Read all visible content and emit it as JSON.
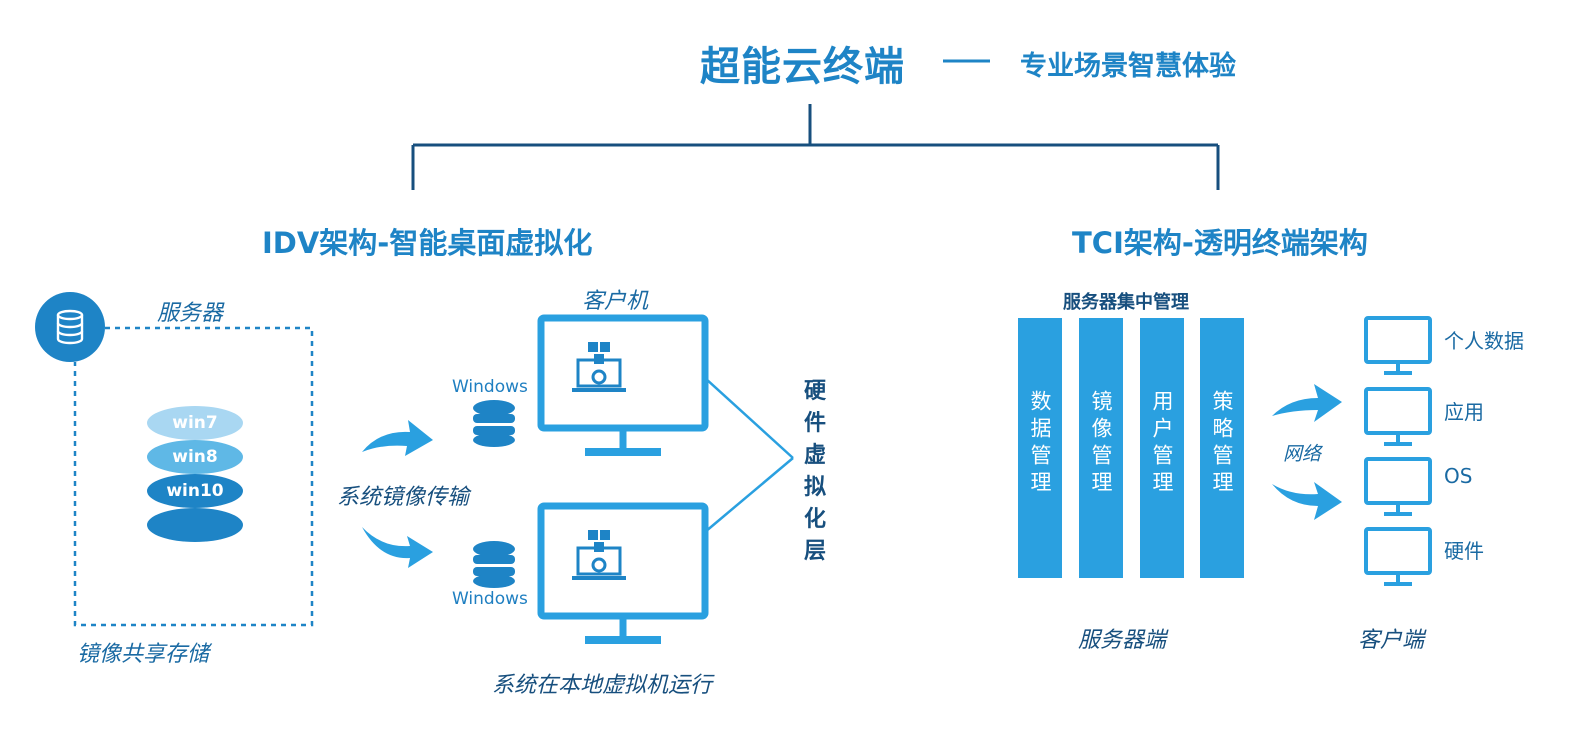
{
  "header": {
    "title": "超能云终端",
    "subtitle": "专业场景智慧体验"
  },
  "idv": {
    "title": "IDV架构-智能桌面虚拟化",
    "server_label": "服务器",
    "storage_label": "镜像共享存储",
    "images": [
      "win7",
      "win8",
      "win10"
    ],
    "transfer_label": "系统镜像传输",
    "client_label": "客户机",
    "windows_label_top": "Windows",
    "windows_label_bottom": "Windows",
    "hw_layer_label": "硬件虚拟化层",
    "local_run_label": "系统在本地虚拟机运行"
  },
  "tci": {
    "title": "TCI架构-透明终端架构",
    "central_label": "服务器集中管理",
    "columns": [
      "数据管理",
      "镜像管理",
      "用户管理",
      "策略管理"
    ],
    "network_label": "网络",
    "client_items": [
      "个人数据",
      "应用",
      "OS",
      "硬件"
    ],
    "server_side_label": "服务器端",
    "client_side_label": "客户端"
  },
  "colors": {
    "primary": "#1e84c6",
    "column": "#2aa0e0",
    "dark_text": "#174f7e"
  },
  "icons": {
    "server": "database-icon",
    "monitor": "monitor-icon",
    "arrow": "arrow-right-icon",
    "vm": "virtual-machine-icon"
  }
}
